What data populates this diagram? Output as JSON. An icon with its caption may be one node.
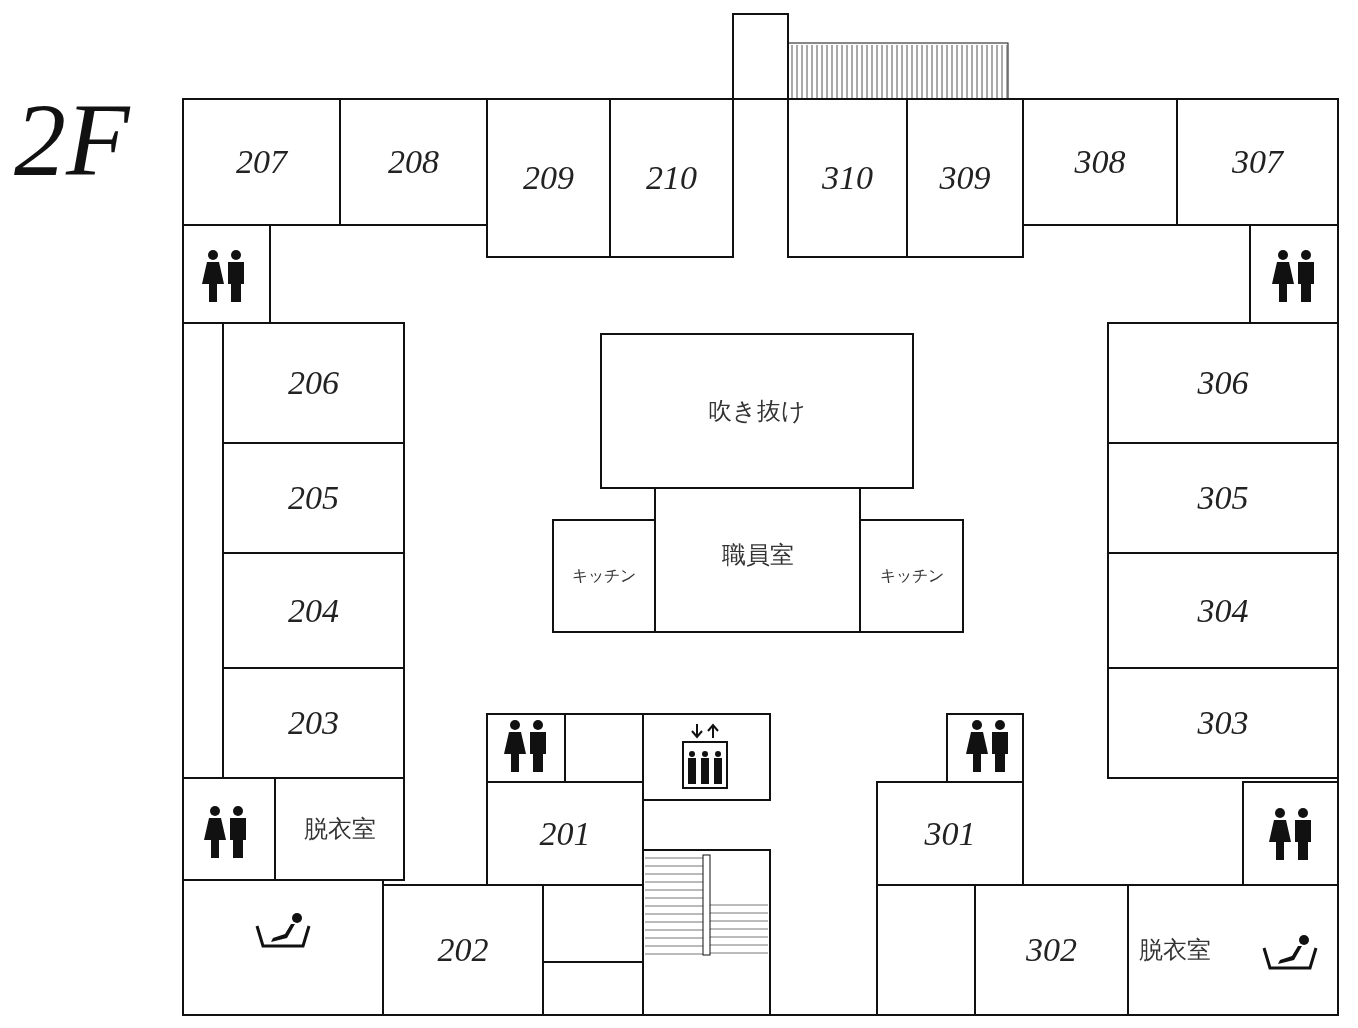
{
  "diagram": {
    "title": "2F",
    "nodes": [
      {
        "text": [
          "207"
        ]
      },
      {
        "text": [
          "208"
        ]
      },
      {
        "text": [
          "209"
        ]
      },
      {
        "text": [
          "210"
        ]
      },
      {
        "text": [
          "310"
        ]
      },
      {
        "text": [
          "309"
        ]
      },
      {
        "text": [
          "308"
        ]
      },
      {
        "text": [
          "307"
        ]
      },
      {
        "text": [
          "206"
        ]
      },
      {
        "text": [
          "吹き抜け"
        ]
      },
      {
        "text": [
          "306"
        ]
      },
      {
        "text": [
          "205"
        ]
      },
      {
        "text": [
          "305"
        ]
      },
      {
        "text": [
          "職員室"
        ]
      },
      {
        "text": [
          "キッチン"
        ]
      },
      {
        "text": [
          "キッチン"
        ]
      },
      {
        "text": [
          "204"
        ]
      },
      {
        "text": [
          "304"
        ]
      },
      {
        "text": [
          "203"
        ]
      },
      {
        "text": [
          "303"
        ]
      },
      {
        "text": [
          "脱衣室"
        ]
      },
      {
        "text": [
          "201"
        ]
      },
      {
        "text": [
          "301"
        ]
      },
      {
        "text": [
          "202"
        ]
      },
      {
        "text": [
          "302"
        ]
      },
      {
        "text": [
          "脱衣室"
        ]
      }
    ]
  }
}
